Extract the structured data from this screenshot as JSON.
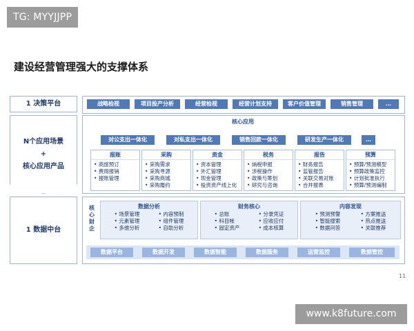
{
  "watermark_top": "TG: MYYJJPP",
  "watermark_bottom": "www.k8future.com",
  "title": "建设经营管理强大的支撑体系",
  "page_number": "11",
  "layers": {
    "decision": {
      "label": "1 决策平台",
      "items": [
        "战略检视",
        "项目投产分析",
        "经营检视",
        "经营计划支持",
        "客户价值管理",
        "销售管理",
        "…"
      ]
    },
    "apps": {
      "label_lines": [
        "N个应用场景",
        "+",
        "核心应用产品"
      ],
      "section_title": "核心应用",
      "integrations": [
        "对公支出一体化",
        "对私支出一体化",
        "销售回款一体化",
        "研发生产一体化",
        "…"
      ],
      "modules": [
        {
          "title": "报账",
          "items": [
            "商旅预订",
            "费用报销",
            "报账管理"
          ]
        },
        {
          "title": "采购",
          "items": [
            "采购需求",
            "采购寻源",
            "采购商城",
            "采购履约"
          ]
        },
        {
          "title": "资金",
          "items": [
            "资本管理",
            "外汇管理",
            "现金管理",
            "投资资产线上化"
          ]
        },
        {
          "title": "税务",
          "items": [
            "纳税申报",
            "涉税操作",
            "政策与筹划",
            "研究与咨询"
          ]
        },
        {
          "title": "报告",
          "items": [
            "财务报告",
            "监管报告",
            "关联交易对账",
            "合并报表"
          ]
        },
        {
          "title": "预算",
          "items": [
            "预算/预测模型",
            "预算政策监控",
            "计划批准执行",
            "预算/预测编制"
          ]
        }
      ]
    },
    "data": {
      "label": "1 数据中台",
      "core_label": "核心财企",
      "analysis": [
        {
          "title": "数据分析",
          "col1": [
            "场景管理",
            "元素管理",
            "多维分析"
          ],
          "col2": [
            "内容预制",
            "组件管理",
            "自助分析"
          ]
        },
        {
          "title": "财务核心",
          "col1": [
            "总账",
            "科目帐",
            "固定资产"
          ],
          "col2": [
            "分录凭证",
            "应收应付",
            "成本核算"
          ]
        },
        {
          "title": "内容发现",
          "col1": [
            "预测预警",
            "智能搜索",
            "数据问答"
          ],
          "col2": [
            "方案推送",
            "热点推送",
            "关联推荐"
          ]
        }
      ],
      "platforms": [
        "数据平台",
        "数据开发",
        "数据智能",
        "数据服务",
        "运营监控",
        "数据管控"
      ]
    }
  }
}
